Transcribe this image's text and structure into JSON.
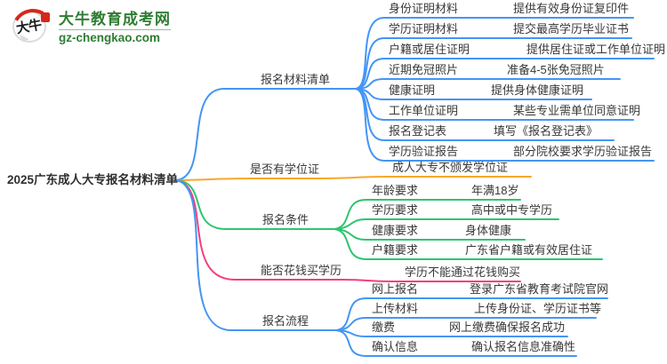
{
  "logo": {
    "brand": "大牛教育成考网",
    "domain": "gz-chengkao.com",
    "mark_text": "大牛",
    "brand_color": "#2f7d33",
    "seal_color": "#d5281b"
  },
  "mindmap": {
    "root": "2025广东成人大专报名材料清单",
    "colors": {
      "blue": "#4495f4",
      "orange": "#f7a82b",
      "green": "#2ec56f",
      "pink": "#f43f7d"
    },
    "branches": [
      {
        "label": "报名材料清单",
        "color": "#4495f4",
        "children": [
          {
            "key": "身份证明材料",
            "value": "提供有效身份证复印件"
          },
          {
            "key": "学历证明材料",
            "value": "提交最高学历毕业证书"
          },
          {
            "key": "户籍或居住证明",
            "value": "提供居住证或工作单位证明"
          },
          {
            "key": "近期免冠照片",
            "value": "准备4-5张免冠照片"
          },
          {
            "key": "健康证明",
            "value": "提供身体健康证明"
          },
          {
            "key": "工作单位证明",
            "value": "某些专业需单位同意证明"
          },
          {
            "key": "报名登记表",
            "value": "填写《报名登记表》"
          },
          {
            "key": "学历验证报告",
            "value": "部分院校要求学历验证报告"
          }
        ]
      },
      {
        "label": "是否有学位证",
        "color": "#f7a82b",
        "children": [
          {
            "key": "成人大专不颁发学位证"
          }
        ]
      },
      {
        "label": "报名条件",
        "color": "#2ec56f",
        "children": [
          {
            "key": "年龄要求",
            "value": "年满18岁"
          },
          {
            "key": "学历要求",
            "value": "高中或中专学历"
          },
          {
            "key": "健康要求",
            "value": "身体健康"
          },
          {
            "key": "户籍要求",
            "value": "广东省户籍或有效居住证"
          }
        ]
      },
      {
        "label": "能否花钱买学历",
        "color": "#f43f7d",
        "children": [
          {
            "key": "学历不能通过花钱购买"
          }
        ]
      },
      {
        "label": "报名流程",
        "color": "#4495f4",
        "children": [
          {
            "key": "网上报名",
            "value": "登录广东省教育考试院官网"
          },
          {
            "key": "上传材料",
            "value": "上传身份证、学历证书等"
          },
          {
            "key": "缴费",
            "value": "网上缴费确保报名成功"
          },
          {
            "key": "确认信息",
            "value": "确认报名信息准确性"
          }
        ]
      }
    ]
  }
}
